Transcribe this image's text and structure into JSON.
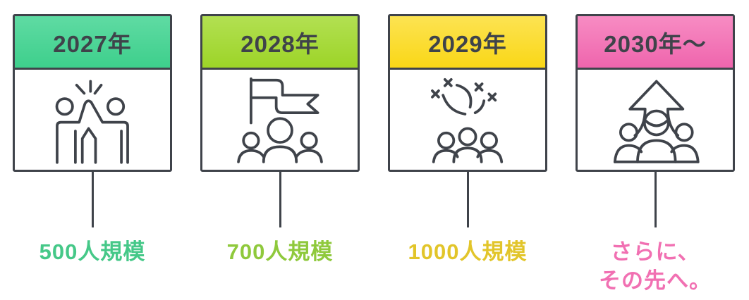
{
  "colors": {
    "outline": "#3F434A",
    "background": "#FFFFFF"
  },
  "milestones": [
    {
      "year": "2027年",
      "scale_label": "500人規模",
      "icon": "high-five-icon",
      "header_color_top": "#5FDBA3",
      "header_color_bottom": "#3ECF8C",
      "label_color": "#45C888"
    },
    {
      "year": "2028年",
      "scale_label": "700人規模",
      "icon": "flag-team-icon",
      "header_color_top": "#B2E052",
      "header_color_bottom": "#9DD428",
      "label_color": "#8FC93C"
    },
    {
      "year": "2029年",
      "scale_label": "1000人規模",
      "icon": "celebration-icon",
      "header_color_top": "#FCE352",
      "header_color_bottom": "#FAD717",
      "label_color": "#E2C52A"
    },
    {
      "year": "2030年〜",
      "scale_label": "さらに、\nその先へ。",
      "icon": "growth-arrow-icon",
      "header_color_top": "#F78CC3",
      "header_color_bottom": "#EF65AD",
      "label_color": "#F170B2"
    }
  ]
}
